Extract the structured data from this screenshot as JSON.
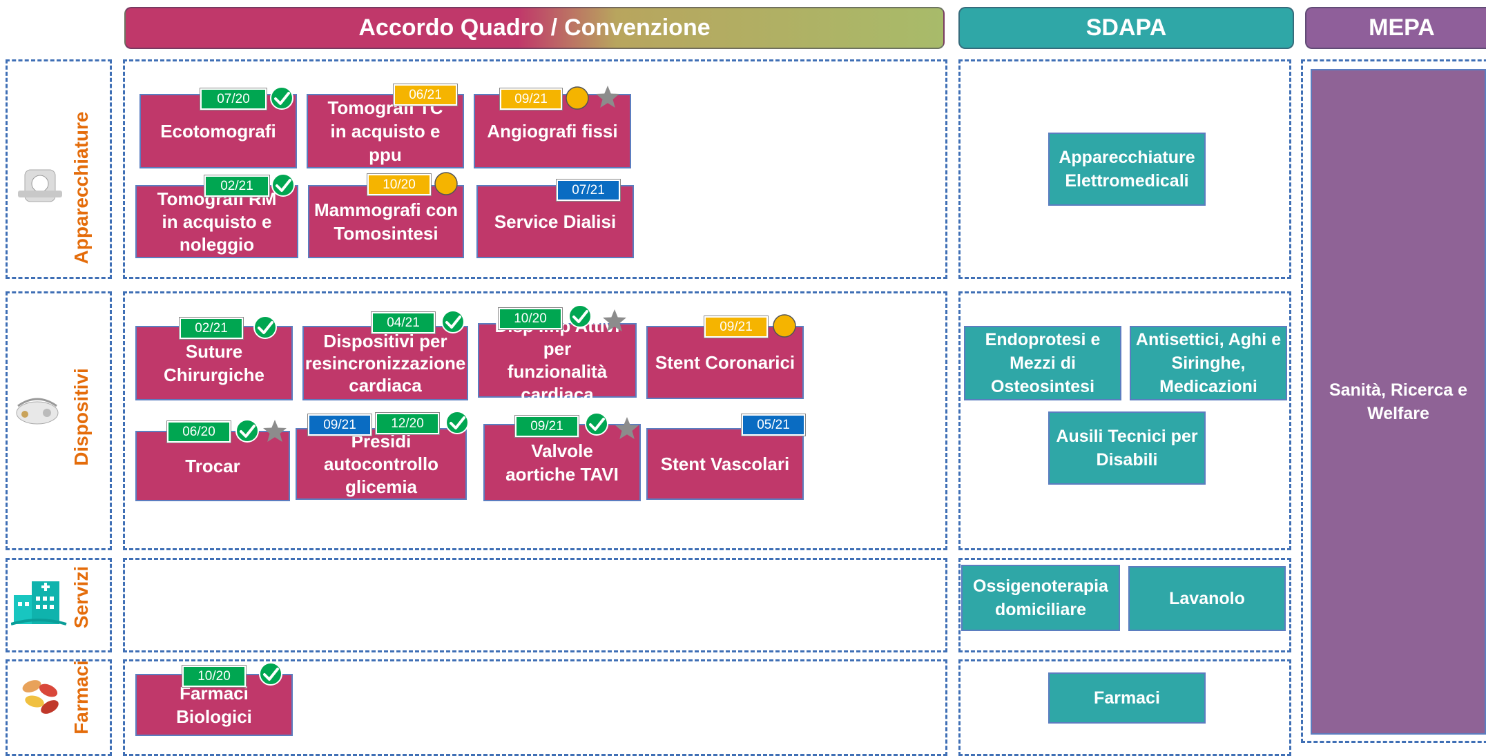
{
  "headers": {
    "accordo": "Accordo Quadro",
    "separator": "/",
    "convenzione": "Convenzione",
    "sdapa": "SDAPA",
    "mepa": "MEPA"
  },
  "rows": {
    "apparecchiature": "Apparecchiature",
    "dispositivi": "Dispositivi",
    "servizi": "Servizi",
    "farmaci": "Farmaci"
  },
  "accordo_boxes": {
    "ecotomografi": {
      "line1": "Ecotomografi",
      "tag": "07/20"
    },
    "tomografi_tc": {
      "line1": "Tomografi TC",
      "line2": "in acquisto e ppu",
      "tag": "06/21"
    },
    "angiografi": {
      "line1": "Angiografi fissi",
      "tag": "09/21"
    },
    "tomografi_rm": {
      "line1": "Tomografi RM",
      "line2": "in acquisto e",
      "line3": "noleggio",
      "tag": "02/21"
    },
    "mammografi": {
      "line1": "Mammografi con",
      "line2": "Tomosintesi",
      "tag": "10/20"
    },
    "service_dialisi": {
      "line1": "Service Dialisi",
      "tag": "07/21"
    },
    "suture": {
      "line1": "Suture",
      "line2": "Chirurgiche",
      "tag": "02/21"
    },
    "resincronizzazione": {
      "line1": "Dispositivi per",
      "line2": "resincronizzazione",
      "line3": "cardiaca",
      "tag": "04/21"
    },
    "disp_imp": {
      "line1": "Disp Imp Attivi per",
      "line2": "funzionalità",
      "line3": "cardiaca",
      "tag": "10/20"
    },
    "stent_coronarici": {
      "line1": "Stent Coronarici",
      "tag": "09/21"
    },
    "trocar": {
      "line1": "Trocar",
      "tag": "06/20"
    },
    "presidi": {
      "line1": "Presidi",
      "line2": "autocontrollo",
      "line3": "glicemia",
      "tag1": "09/21",
      "tag2": "12/20"
    },
    "valvole": {
      "line1": "Valvole",
      "line2": "aortiche TAVI",
      "tag": "09/21"
    },
    "stent_vascolari": {
      "line1": "Stent Vascolari",
      "tag": "05/21"
    },
    "farmaci_biologici": {
      "line1": "Farmaci Biologici",
      "tag": "10/20"
    }
  },
  "sdapa_boxes": {
    "apparecchiature": {
      "line1": "Apparecchiature",
      "line2": "Elettromedicali"
    },
    "endoprotesi": {
      "line1": "Endoprotesi e",
      "line2": "Mezzi di",
      "line3": "Osteosintesi"
    },
    "antisettici": {
      "line1": "Antisettici, Aghi e",
      "line2": "Siringhe,",
      "line3": "Medicazioni"
    },
    "ausili": {
      "line1": "Ausili Tecnici per",
      "line2": "Disabili"
    },
    "ossigenoterapia": {
      "line1": "Ossigenoterapia",
      "line2": "domiciliare"
    },
    "lavanolo": {
      "line1": "Lavanolo"
    },
    "farmaci": {
      "line1": "Farmaci"
    }
  },
  "mepa_box": {
    "line1": "Sanità, Ricerca e",
    "line2": "Welfare"
  },
  "colors": {
    "magenta": "#c0386a",
    "teal": "#2fa7a7",
    "purple": "#8f5f9a",
    "orange_label": "#e46c0a",
    "tag_green": "#00a651",
    "tag_yellow": "#f5b400",
    "tag_blue": "#0a6cc2",
    "dashed_border": "#3f6fb5"
  }
}
